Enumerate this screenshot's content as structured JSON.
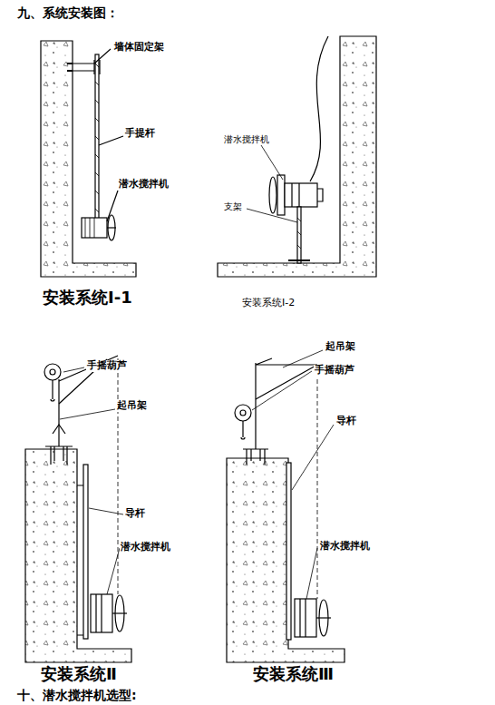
{
  "diagram": {
    "title": "九、系统安装图：",
    "labels": [
      "墙体固定架",
      "手提杆",
      "潜水搅拌机",
      "安装系统Ⅰ-1",
      "潜水搅拌机",
      "支架",
      "安装系统Ⅰ-2",
      "手摇葫芦",
      "起吊架",
      "导杆",
      "潜水搅拌机",
      "安装系统Ⅱ",
      "起吊架",
      "手摇葫芦",
      "导杆",
      "潜水搅拌机",
      "安装系统Ⅲ",
      "十、潜水搅拌机选型:"
    ]
  }
}
